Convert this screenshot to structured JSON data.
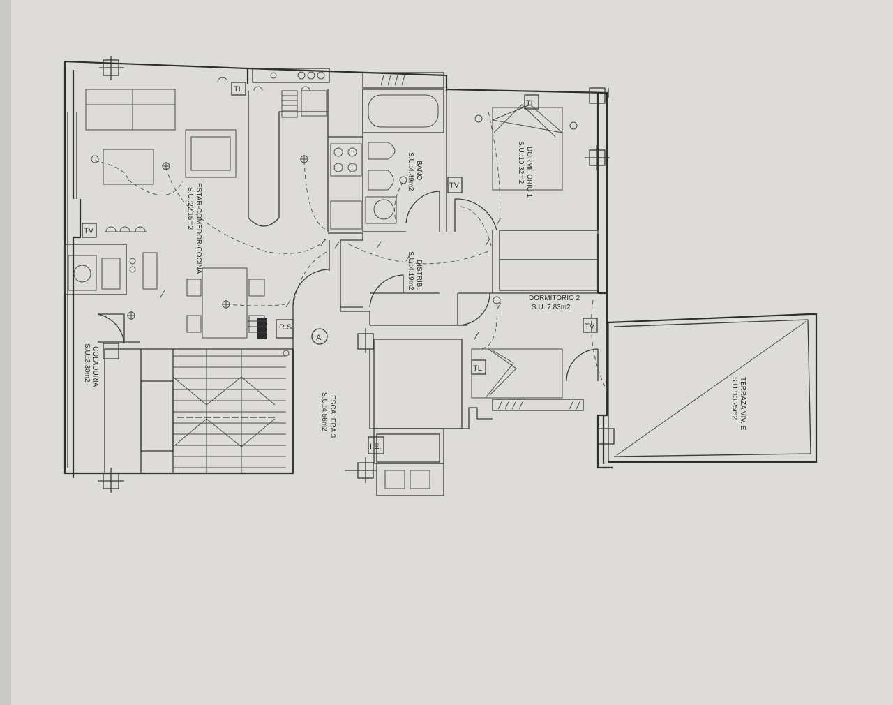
{
  "rooms": {
    "estar": {
      "name": "ESTAR-COMEDOR-COCINA",
      "area": "S.U.:22.15m2"
    },
    "bano": {
      "name": "BAÑO",
      "area": "S.U.:4.49m2"
    },
    "dorm1": {
      "name": "DORMITORIO 1",
      "area": "S.U.:10.32m2"
    },
    "distrib": {
      "name": "DISTRIB.",
      "area": "S.U.:4.19m2"
    },
    "dorm2": {
      "name": "DORMITORIO 2",
      "area": "S.U.:7.83m2"
    },
    "colad": {
      "name": "COLADURIA",
      "area": "S.U.:3.30m2"
    },
    "escal": {
      "name": "ESCALERA 3",
      "area": "S.U.:4.56m2"
    },
    "terraza": {
      "name": "TERRAZA VIV. E",
      "area": "S.U.:13.25m2"
    }
  },
  "symbols": {
    "tl": "TL",
    "tv": "TV",
    "rs": "R.S.",
    "ie": "I.E.",
    "unit": "A"
  }
}
